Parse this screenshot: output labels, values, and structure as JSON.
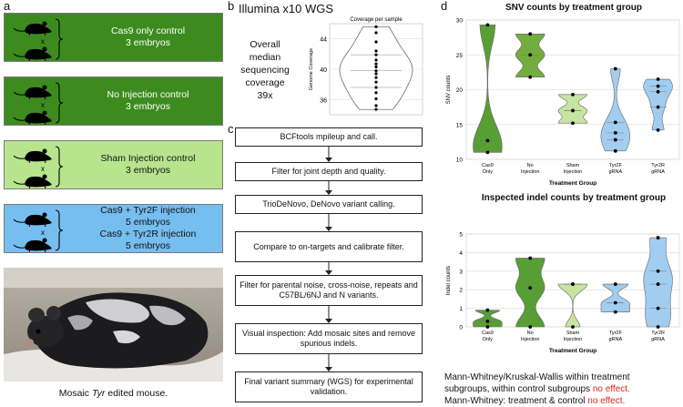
{
  "panels": {
    "a": "a",
    "b": "b",
    "c": "c",
    "d": "d"
  },
  "groups": [
    {
      "line1": "Cas9 only control",
      "line2": "3 embryos",
      "color": "#3d8b1f",
      "text_color": "#ffffff"
    },
    {
      "line1": "No Injection control",
      "line2": "3 embryos",
      "color": "#3d8b1f",
      "text_color": "#ffffff"
    },
    {
      "line1": "Sham Injection control",
      "line2": "3 embryos",
      "color": "#b8e48d",
      "text_color": "#111111"
    },
    {
      "line1": "Cas9 + Tyr2F injection",
      "line2": "5 embryos",
      "line3": "Cas9 + Tyr2R injection",
      "line4": "5 embryos",
      "color": "#76bdf0",
      "text_color": "#111111"
    }
  ],
  "cross_symbol": "x",
  "caption": {
    "pre": "Mosaic ",
    "italic": "Tyr",
    "post": " edited mouse."
  },
  "wgs": {
    "title": "Illumina x10 WGS",
    "coverage_lines": [
      "Overall",
      "median",
      "sequencing",
      "coverage",
      "39x"
    ]
  },
  "coverage_chart": {
    "type": "violin",
    "title": "Coverage per sample",
    "ylabel": "Genome Coverage",
    "yticks": [
      "36",
      "40",
      "44"
    ],
    "ylim": [
      34,
      46
    ],
    "values": [
      45.6,
      44.8,
      43.6,
      42.4,
      41.9,
      41.2,
      40.7,
      40.3,
      39.8,
      39.4,
      38.9,
      38.3,
      37.6,
      36.9,
      36.1,
      35.2,
      34.7
    ],
    "color": "#ffffff"
  },
  "pipeline": [
    "BCFtools mpileup and call.",
    "Filter for joint depth and quality.",
    "TrioDeNovo, DeNovo variant calling.",
    "Compare to on-targets and calibrate filter.",
    "Filter for parental noise, cross-noise, repeats and C57BL/6NJ and N variants.",
    "Visual inspection: Add mosaic sites and remove spurious indels.",
    "Final variant summary (WGS) for experimental validation."
  ],
  "chart_data": [
    {
      "type": "violin",
      "title": "SNV counts by treatment group",
      "xlabel": "Treatment Group",
      "ylabel": "SNV counts",
      "ylim": [
        10,
        30
      ],
      "yticks": [
        "10",
        "15",
        "20",
        "25",
        "30"
      ],
      "categories": [
        "Cas9 Only",
        "No Injection",
        "Sham Injection",
        "Tyr2F gRNA",
        "Tyr2R gRNA"
      ],
      "colors": [
        "#4e9a2a",
        "#6aa934",
        "#c5e39c",
        "#9ccaf0",
        "#9ccaf0"
      ],
      "points": [
        [
          29.3,
          12.7,
          11.0
        ],
        [
          28.0,
          25.0,
          21.8
        ],
        [
          19.3,
          17.0,
          15.2
        ],
        [
          23.0,
          15.3,
          13.8,
          12.8,
          11.2
        ],
        [
          21.5,
          20.5,
          19.7,
          17.5,
          14.2
        ]
      ]
    },
    {
      "type": "violin",
      "title": "Inspected indel counts by treatment group",
      "xlabel": "Treatment Group",
      "ylabel": "Indel counts",
      "ylim": [
        0,
        5
      ],
      "yticks": [
        "0",
        "1",
        "2",
        "3",
        "4",
        "5"
      ],
      "categories": [
        "Cas9 Only",
        "No Injection",
        "Sham Injection",
        "Tyr2F gRNA",
        "Tyr2R gRNA"
      ],
      "colors": [
        "#4e9a2a",
        "#4e9a2a",
        "#c5e39c",
        "#9ccaf0",
        "#9ccaf0"
      ],
      "points": [
        [
          0.9,
          0.3,
          0.0
        ],
        [
          3.7,
          2.1,
          0.0
        ],
        [
          2.3,
          2.3,
          0.0
        ],
        [
          2.3,
          1.3,
          0.8
        ],
        [
          4.8,
          3.0,
          2.3,
          1.0,
          0.0
        ]
      ]
    }
  ],
  "notes": {
    "line1": "Mann-Whitney/Kruskal-Wallis within treatment",
    "line2_pre": "subgroups, within control subgroups ",
    "line2_red": "no effect.",
    "line3_pre": "Mann-Whitney: treatment & control ",
    "line3_red": "no effect."
  }
}
